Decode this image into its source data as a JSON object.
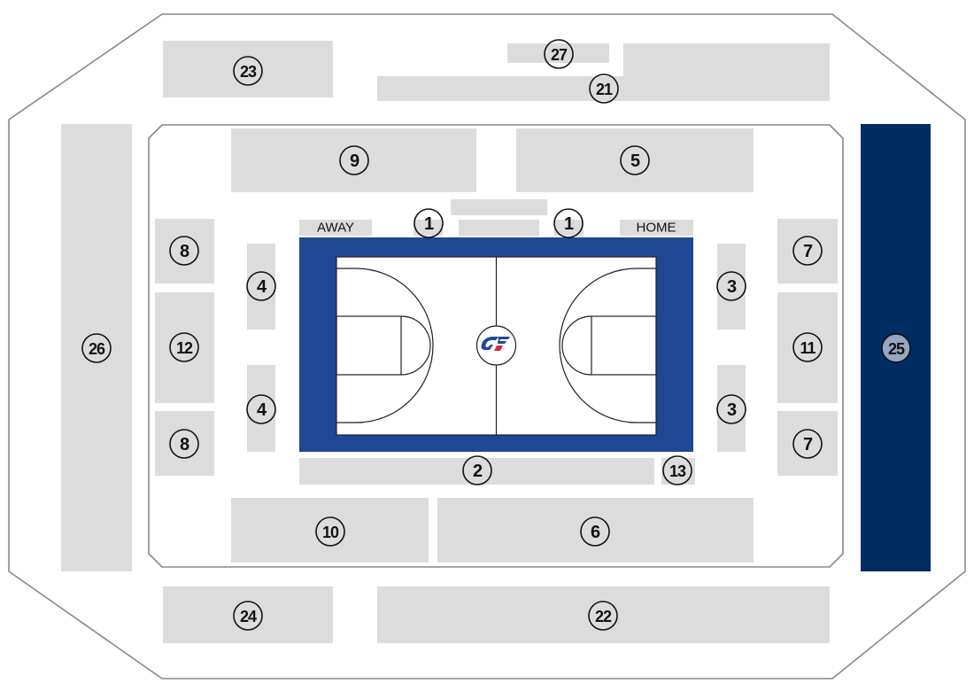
{
  "map": {
    "sections": [
      {
        "key": "s23",
        "label": "23"
      },
      {
        "key": "s27",
        "label": "27"
      },
      {
        "key": "s21",
        "label": "21"
      },
      {
        "key": "s26",
        "label": "26"
      },
      {
        "key": "s25",
        "label": "25",
        "selected": true
      },
      {
        "key": "s9",
        "label": "9"
      },
      {
        "key": "s5",
        "label": "5"
      },
      {
        "key": "s1a",
        "label": "1"
      },
      {
        "key": "s1b",
        "label": "1"
      },
      {
        "key": "s8a",
        "label": "8"
      },
      {
        "key": "s12",
        "label": "12"
      },
      {
        "key": "s8b",
        "label": "8"
      },
      {
        "key": "s4a",
        "label": "4"
      },
      {
        "key": "s4b",
        "label": "4"
      },
      {
        "key": "s3a",
        "label": "3"
      },
      {
        "key": "s3b",
        "label": "3"
      },
      {
        "key": "s7a",
        "label": "7"
      },
      {
        "key": "s11",
        "label": "11"
      },
      {
        "key": "s7b",
        "label": "7"
      },
      {
        "key": "s2",
        "label": "2"
      },
      {
        "key": "s13",
        "label": "13"
      },
      {
        "key": "s10",
        "label": "10"
      },
      {
        "key": "s6",
        "label": "6"
      },
      {
        "key": "s24",
        "label": "24"
      },
      {
        "key": "s22",
        "label": "22"
      }
    ],
    "bench_labels": {
      "away": "AWAY",
      "home": "HOME"
    },
    "colors": {
      "section": "#dcdcdc",
      "selected": "#002d62",
      "selected_badge": "#93a6c2",
      "court_border": "#1f4794",
      "outline": "#888888"
    },
    "logo": "center-court-logo"
  }
}
